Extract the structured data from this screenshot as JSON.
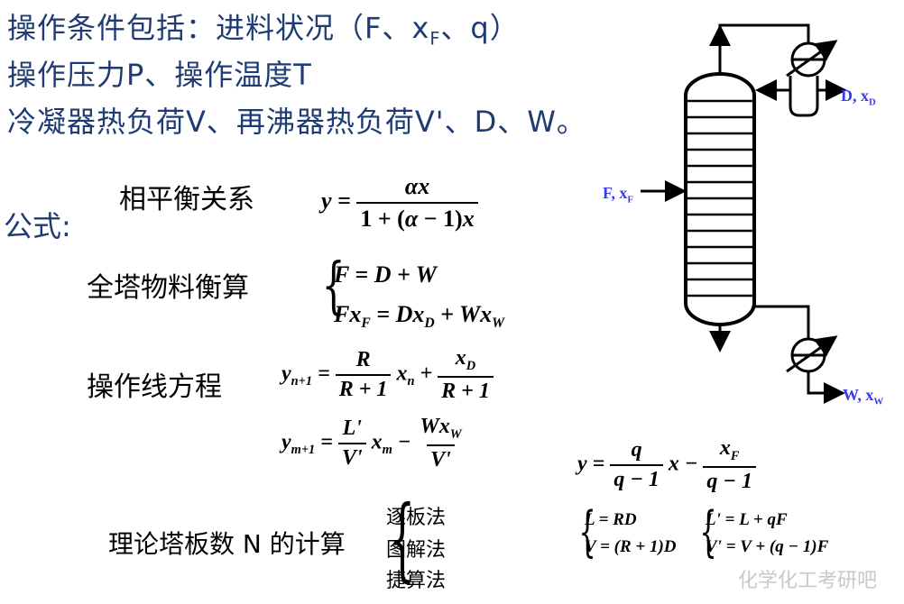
{
  "header": {
    "line1": "操作条件包括：进料状况（F、x",
    "line1_sub": "F",
    "line1_tail": "、q）",
    "line2": "操作压力P、操作温度T",
    "line3": "冷凝器热负荷V、再沸器热负荷V'、D、W。"
  },
  "labels": {
    "formula": "公式:",
    "equilibrium": "相平衡关系",
    "material_balance": "全塔物料衡算",
    "operating_line": "操作线方程",
    "plates": "理论塔板数 N 的计算"
  },
  "methods": [
    "逐板法",
    "图解法",
    "捷算法"
  ],
  "column": {
    "distillate_label": "D, x",
    "distillate_sub": "D",
    "feed_label": "F, x",
    "feed_sub": "F",
    "bottoms_label": "W, x",
    "bottoms_sub": "W"
  },
  "watermark": "化学化工考研吧"
}
